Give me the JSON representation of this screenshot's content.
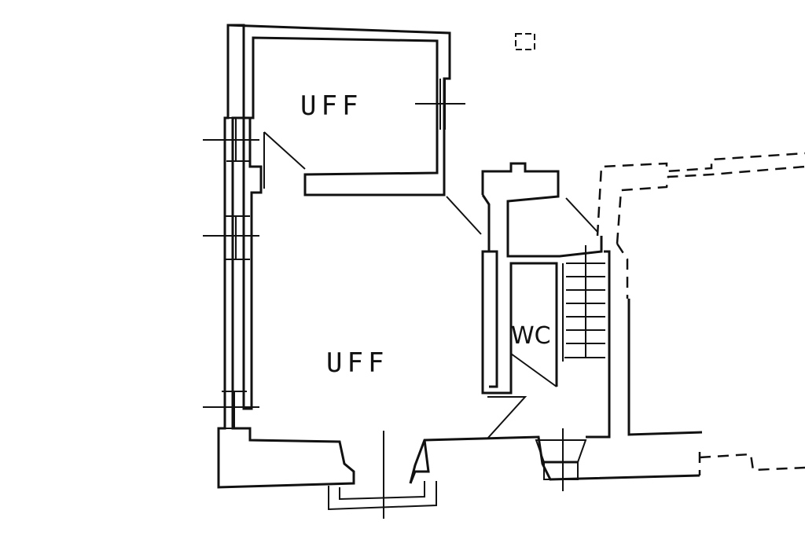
{
  "plan": {
    "rooms": [
      {
        "id": "upper-office",
        "label": "UFF"
      },
      {
        "id": "lower-office",
        "label": "UFF"
      },
      {
        "id": "wc",
        "label": "WC"
      }
    ]
  }
}
